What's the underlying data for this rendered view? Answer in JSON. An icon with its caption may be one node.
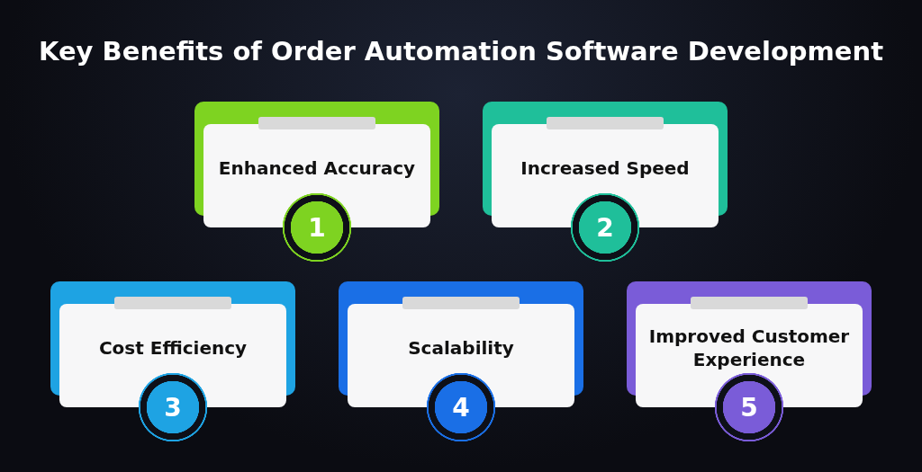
{
  "diagram": {
    "title": "Key Benefits of Order Automation Software Development",
    "nodes": [
      {
        "text": [
          "Enhanced Accuracy"
        ]
      },
      {
        "text": [
          "1"
        ]
      },
      {
        "text": [
          "Increased Speed"
        ]
      },
      {
        "text": [
          "2"
        ]
      },
      {
        "text": [
          "Cost Efficiency"
        ]
      },
      {
        "text": [
          "3"
        ]
      },
      {
        "text": [
          "Scalability"
        ]
      },
      {
        "text": [
          "4"
        ]
      },
      {
        "text": [
          "Improved Customer Experience"
        ]
      },
      {
        "text": [
          "5"
        ]
      }
    ],
    "edges": []
  }
}
